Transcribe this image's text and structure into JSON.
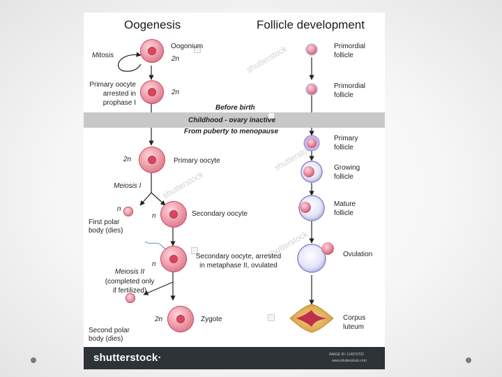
{
  "oogenesis": {
    "title": "Oogenesis",
    "mitosis": "Mitosis",
    "oogonium": "Oogonium",
    "ploidy_2n": "2n",
    "primary_arrested": [
      "Primary oocyte",
      "arrested in",
      "prophase I"
    ],
    "primary_oocyte": "Primary oocyte",
    "meiosis1": "Meiosis I",
    "ploidy_n": "n",
    "first_polar": [
      "First polar",
      "body (dies)"
    ],
    "secondary_oocyte": "Secondary oocyte",
    "secondary_arrested": [
      "Secondary oocyte, arrested",
      "in metaphase II, ovulated"
    ],
    "meiosis2": [
      "Meiosis II",
      "(completed only",
      "if fertilized)"
    ],
    "second_polar": [
      "Second polar",
      "body (dies)"
    ],
    "zygote": "Zygote"
  },
  "follicle": {
    "title": "Follicle development",
    "primordial": [
      "Primordial",
      "follicle"
    ],
    "primary": [
      "Primary",
      "follicle"
    ],
    "growing": [
      "Growing",
      "follicle"
    ],
    "mature": [
      "Mature",
      "follicle"
    ],
    "ovulation": "Ovulation",
    "corpus": [
      "Corpus",
      "luteum"
    ]
  },
  "phases": {
    "before_birth": "Before birth",
    "childhood": "Childhood -  ovary inactive",
    "puberty": "From puberty to menopause"
  },
  "footer": {
    "logo": "shutterstock",
    "logo_suffix": "·",
    "image_id": "IMAGE ID: 114970702",
    "site": "www.shutterstock.com"
  },
  "watermark": "shutterstock",
  "colors": {
    "cell": "#e88a9c",
    "nucleus": "#d8475f",
    "band": "#c8c8c8",
    "footer": "#2e3338",
    "follicle": "#dfe0f6"
  }
}
